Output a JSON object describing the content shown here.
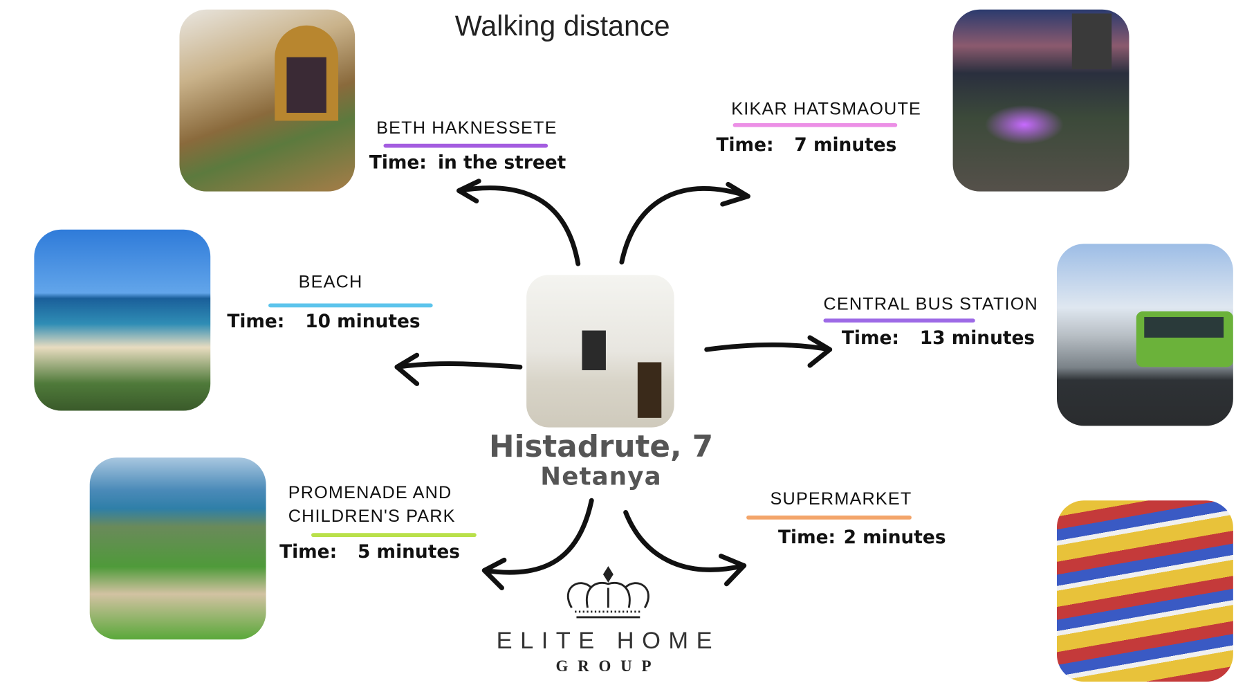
{
  "title": "Walking distance",
  "center": {
    "address": "Histadrute, 7",
    "city": "Netanya"
  },
  "logo": {
    "line1": "ELITE HOME",
    "line2": "GROUP"
  },
  "time_label": "Time:",
  "destinations": [
    {
      "name": "BETH HAKNESSETE",
      "time": "in the street",
      "underline_color": "#a45de0"
    },
    {
      "name": "KIKAR HATSMAOUTE",
      "time": "7 minutes",
      "underline_color": "#ec8fe6"
    },
    {
      "name": "BEACH",
      "time": "10 minutes",
      "underline_color": "#5cc4ec"
    },
    {
      "name": "CENTRAL BUS STATION",
      "time": "13 minutes",
      "underline_color": "#9d6ae6"
    },
    {
      "name_line1": "PROMENADE AND",
      "name_line2": "CHILDREN'S PARK",
      "time": "5 minutes",
      "underline_color": "#b9e04a"
    },
    {
      "name": "SUPERMARKET",
      "time": "2 minutes",
      "underline_color": "#f3a56a"
    }
  ]
}
